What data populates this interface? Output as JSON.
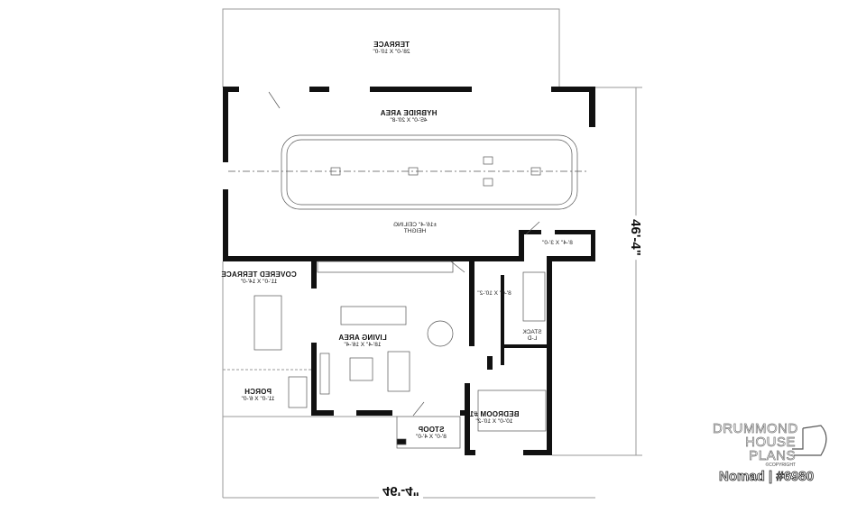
{
  "rooms": {
    "terrace": {
      "name": "TERRACE",
      "size": "28'-0\" X 10'-0\""
    },
    "hybride": {
      "name": "HYBRIDE AREA",
      "size": "45'-0\" X 20'-8\""
    },
    "ceiling": "±16'-4\" CEILING HEIGHT",
    "storage": {
      "size": "8'-4\" X 3'-0\""
    },
    "covered_terrace": {
      "name": "COVERED TERRACE",
      "size": "11'-0\" X 14'-0\""
    },
    "porch": {
      "name": "PORCH",
      "size": "11'-0\" X 6'-0\""
    },
    "living": {
      "name": "LIVING AREA",
      "size": "18'-4\" X 16'-4\""
    },
    "bath": {
      "size": "8'-0\" X 10'-2\""
    },
    "stack": "STACK L-D",
    "bedroom": {
      "name": "BEDROOM #1",
      "size": "10'-0\" X 10'-2\""
    },
    "stoop": {
      "name": "STOOP",
      "size": "8'-0\" X 4'-0\""
    }
  },
  "dimensions": {
    "width": "46'-4\"",
    "depth": "46'-4\""
  },
  "logo": {
    "line1": "DRUMMOND",
    "line2": "HOUSE PLANS",
    "copyright": "©COPYRIGHT"
  },
  "plan_title": "Nomad | #6980"
}
